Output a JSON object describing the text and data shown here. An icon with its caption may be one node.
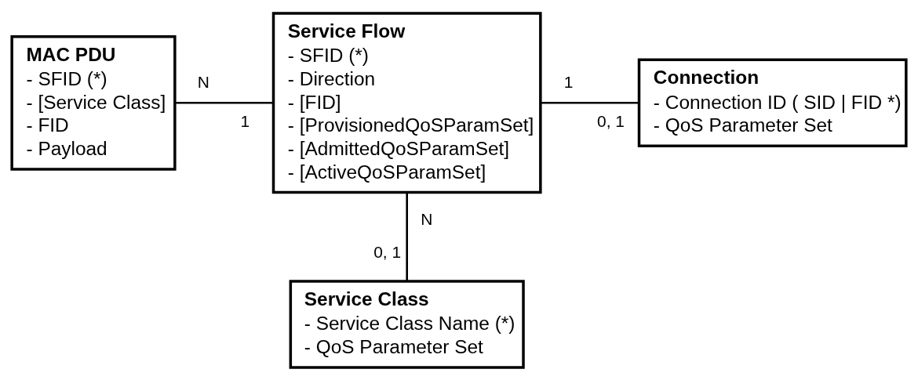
{
  "diagram": {
    "nodes": [
      {
        "text": [
          "MAC PDU",
          "- SFID (*)",
          "- [Service Class]",
          "- FID",
          "- Payload"
        ]
      },
      {
        "text": [
          "Service Flow",
          "- SFID (*)",
          "- Direction",
          "- [FID]",
          "- [ProvisionedQoSParamSet]",
          "- [AdmittedQoSParamSet]",
          "- [ActiveQoSParamSet]"
        ]
      },
      {
        "text": [
          "Connection",
          "- Connection ID ( SID | FID *)",
          "- QoS Parameter Set"
        ]
      },
      {
        "text": [
          "Service Class",
          "- Service Class Name (*)",
          "- QoS Parameter Set"
        ]
      }
    ],
    "edges": [
      {
        "from": 0,
        "to": 1,
        "arrow": "none"
      },
      {
        "from": 1,
        "to": 2,
        "arrow": "none"
      },
      {
        "from": 1,
        "to": 3,
        "arrow": "none"
      }
    ],
    "labels": [
      "N",
      "1",
      "1",
      "0, 1",
      "N",
      "0, 1"
    ]
  }
}
